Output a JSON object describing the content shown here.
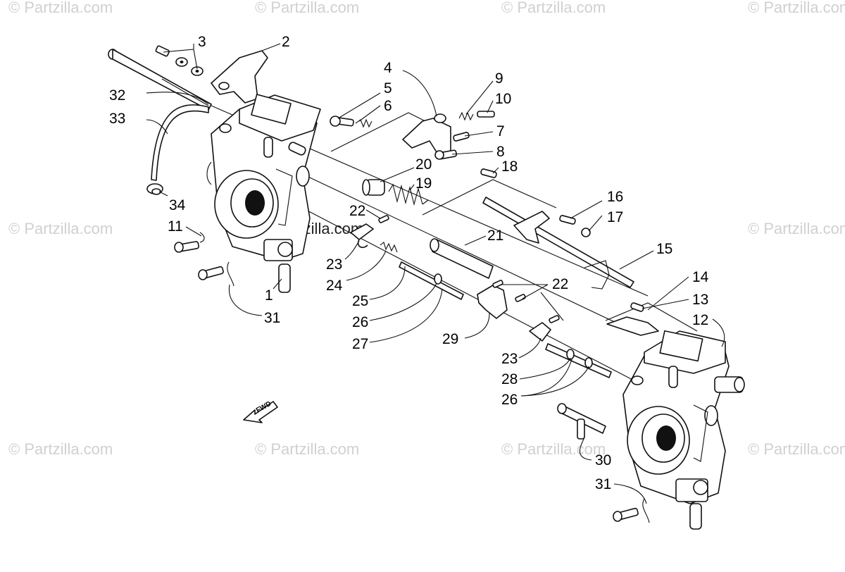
{
  "watermark": "© Partzilla.com",
  "direction_label": "FWD",
  "callouts": [
    {
      "id": "c1",
      "text": "1"
    },
    {
      "id": "c2",
      "text": "2"
    },
    {
      "id": "c3",
      "text": "3"
    },
    {
      "id": "c4",
      "text": "4"
    },
    {
      "id": "c5",
      "text": "5"
    },
    {
      "id": "c6",
      "text": "6"
    },
    {
      "id": "c7",
      "text": "7"
    },
    {
      "id": "c8",
      "text": "8"
    },
    {
      "id": "c9",
      "text": "9"
    },
    {
      "id": "c10",
      "text": "10"
    },
    {
      "id": "c11",
      "text": "11"
    },
    {
      "id": "c12",
      "text": "12"
    },
    {
      "id": "c13",
      "text": "13"
    },
    {
      "id": "c14",
      "text": "14"
    },
    {
      "id": "c15",
      "text": "15"
    },
    {
      "id": "c16",
      "text": "16"
    },
    {
      "id": "c17",
      "text": "17"
    },
    {
      "id": "c18",
      "text": "18"
    },
    {
      "id": "c19",
      "text": "19"
    },
    {
      "id": "c20",
      "text": "20"
    },
    {
      "id": "c21",
      "text": "21"
    },
    {
      "id": "c22a",
      "text": "22"
    },
    {
      "id": "c22b",
      "text": "22"
    },
    {
      "id": "c23a",
      "text": "23"
    },
    {
      "id": "c23b",
      "text": "23"
    },
    {
      "id": "c24",
      "text": "24"
    },
    {
      "id": "c25",
      "text": "25"
    },
    {
      "id": "c26a",
      "text": "26"
    },
    {
      "id": "c26b",
      "text": "26"
    },
    {
      "id": "c27",
      "text": "27"
    },
    {
      "id": "c28",
      "text": "28"
    },
    {
      "id": "c29",
      "text": "29"
    },
    {
      "id": "c30",
      "text": "30"
    },
    {
      "id": "c31a",
      "text": "31"
    },
    {
      "id": "c31b",
      "text": "31"
    },
    {
      "id": "c32",
      "text": "32"
    },
    {
      "id": "c33",
      "text": "33"
    },
    {
      "id": "c34",
      "text": "34"
    }
  ]
}
